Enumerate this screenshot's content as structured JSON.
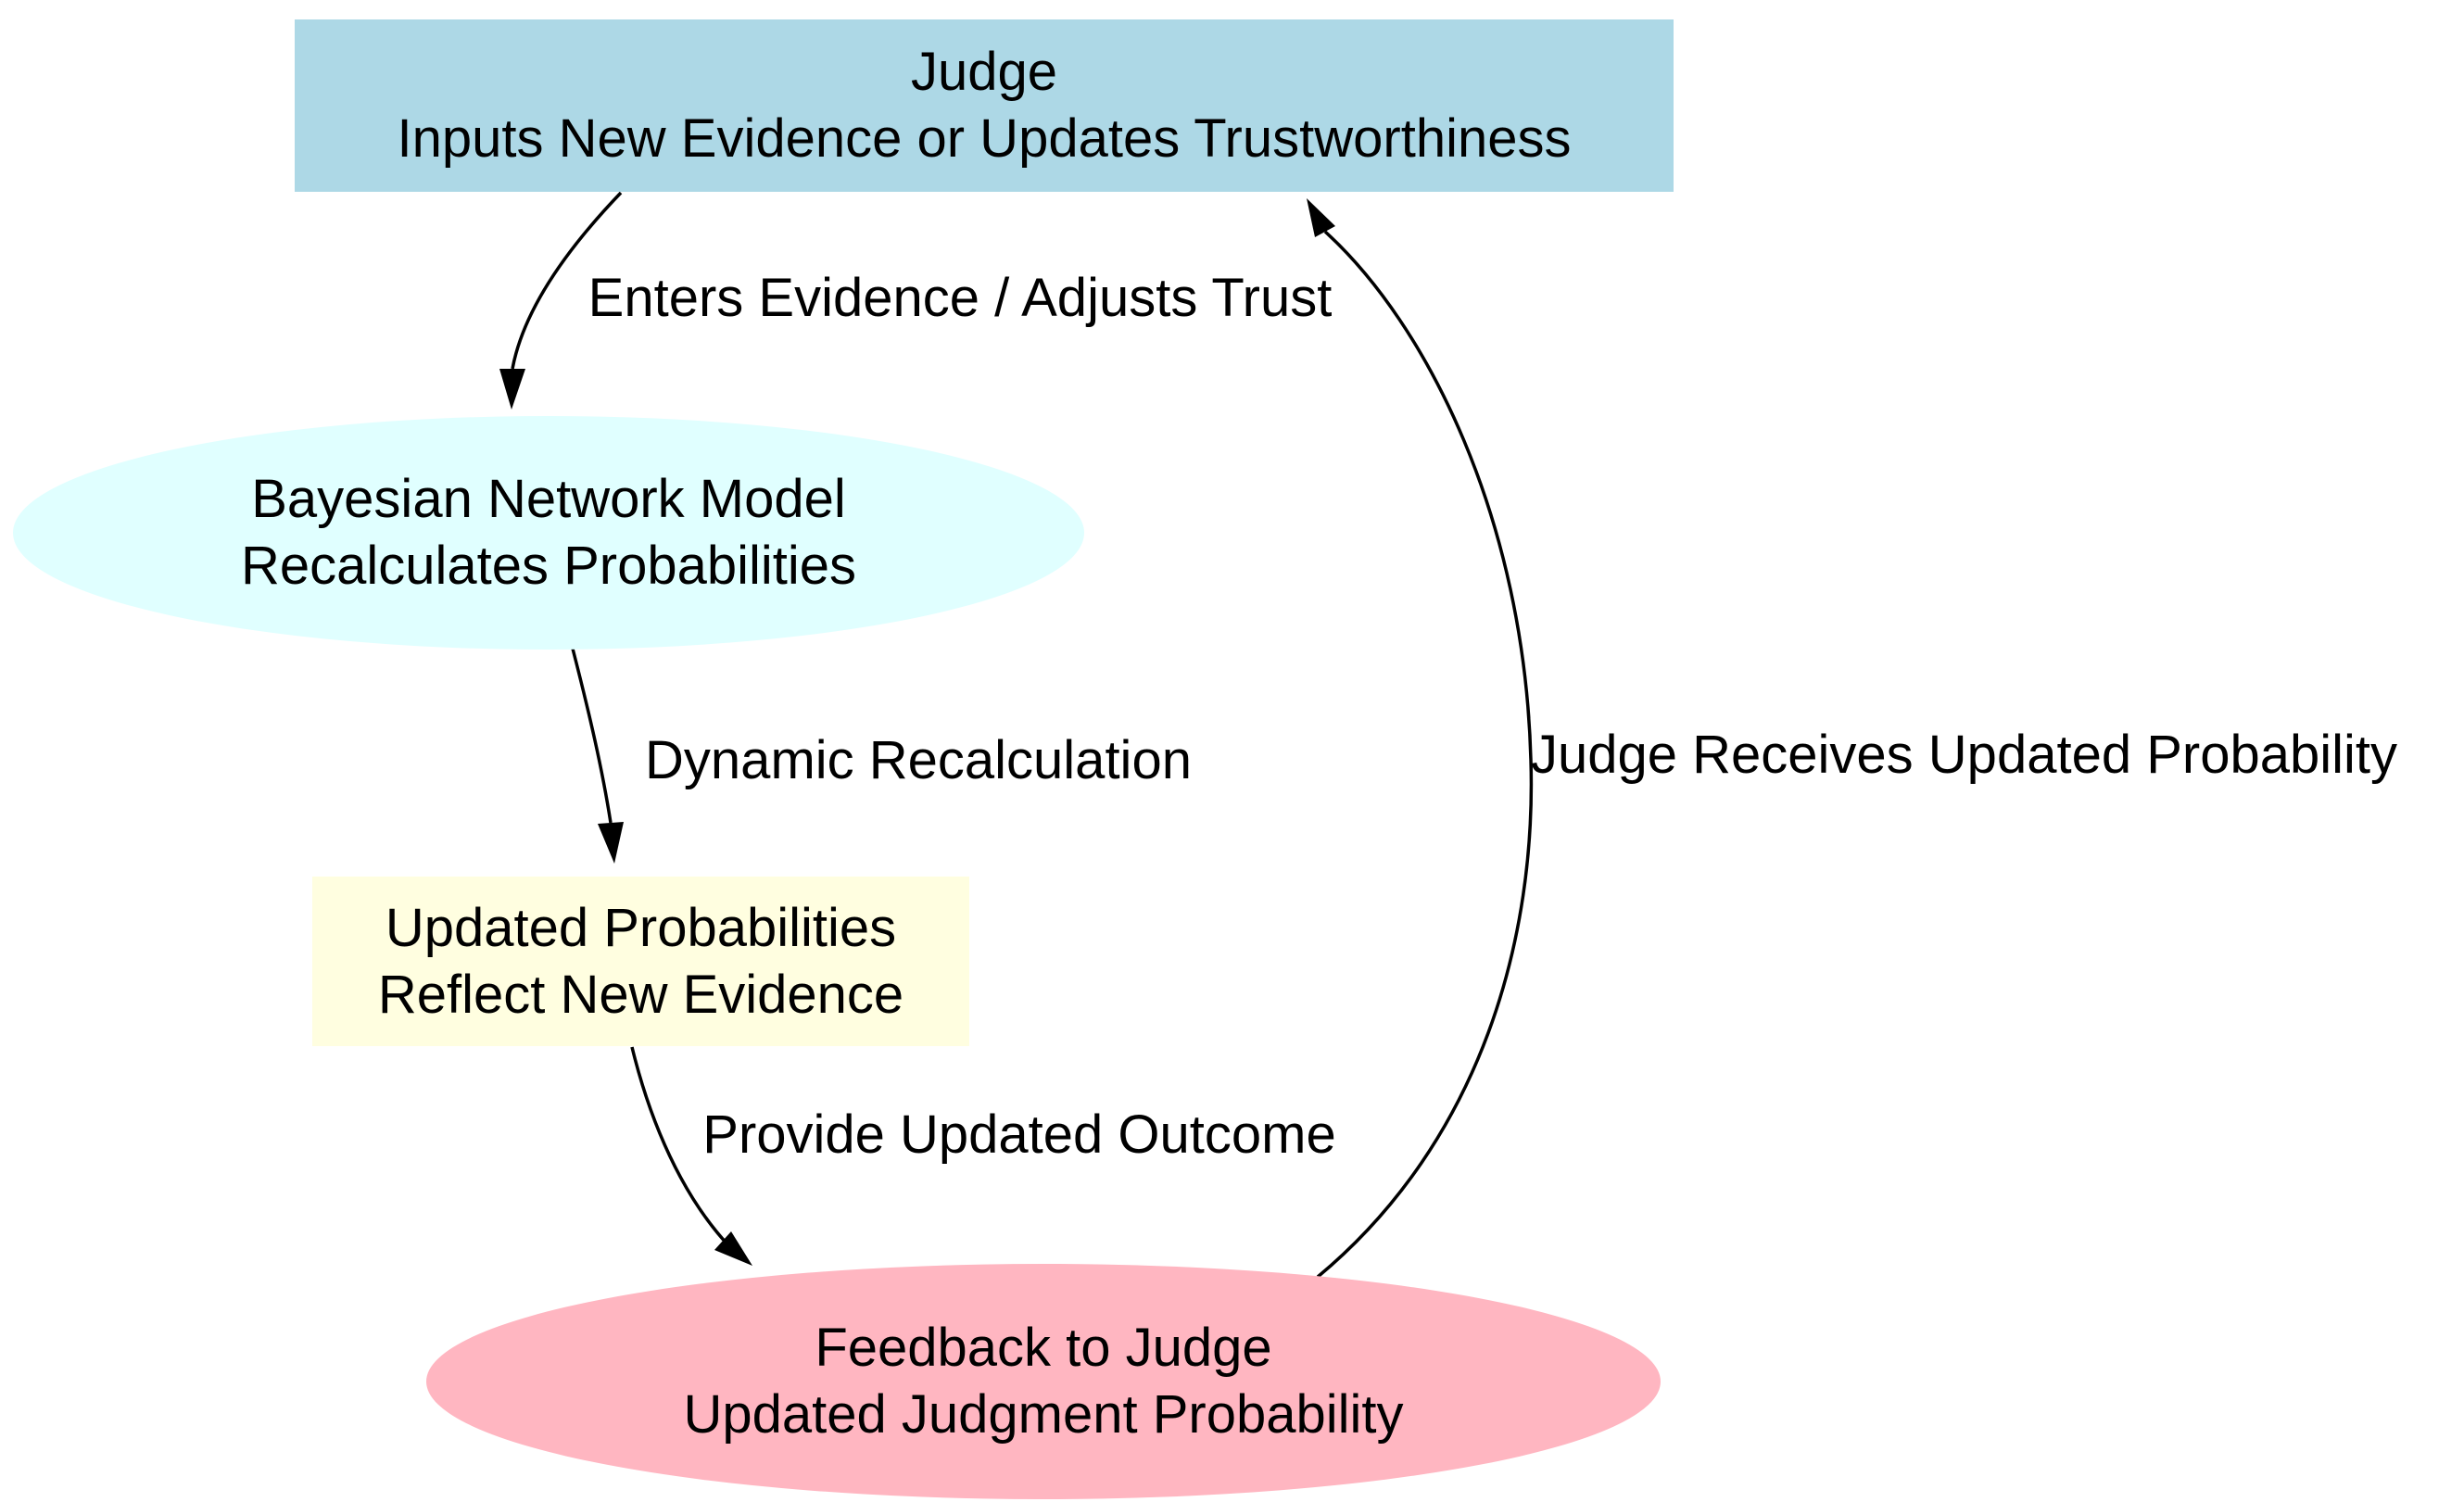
{
  "diagram": {
    "background_color": "#ffffff",
    "edge_color": "#000000",
    "text_color": "#000000",
    "nodes": [
      {
        "id": "judge",
        "shape": "rectangle",
        "fill": "#add8e6",
        "line1": "Judge",
        "line2": "Inputs New Evidence or Updates Trustworthiness"
      },
      {
        "id": "bayesian-network-model",
        "shape": "ellipse",
        "fill": "#e0ffff",
        "line1": "Bayesian Network Model",
        "line2": "Recalculates Probabilities"
      },
      {
        "id": "updated-probabilities",
        "shape": "rectangle",
        "fill": "#fffee0",
        "line1": "Updated Probabilities",
        "line2": "Reflect New Evidence"
      },
      {
        "id": "feedback-to-judge",
        "shape": "ellipse",
        "fill": "#ffb6c1",
        "line1": "Feedback to Judge",
        "line2": "Updated Judgment Probability"
      }
    ],
    "edges": [
      {
        "from": "judge",
        "to": "bayesian-network-model",
        "label": "Enters Evidence / Adjusts Trust"
      },
      {
        "from": "bayesian-network-model",
        "to": "updated-probabilities",
        "label": "Dynamic Recalculation"
      },
      {
        "from": "updated-probabilities",
        "to": "feedback-to-judge",
        "label": "Provide Updated Outcome"
      },
      {
        "from": "feedback-to-judge",
        "to": "judge",
        "label": "Judge Receives Updated Probability"
      }
    ]
  }
}
